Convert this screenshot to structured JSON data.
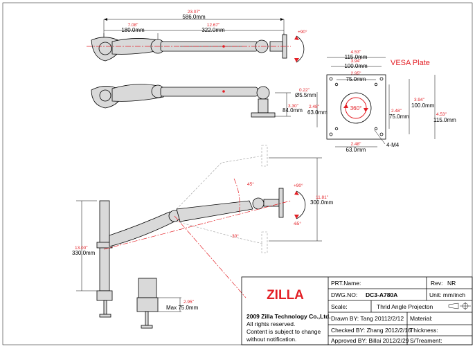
{
  "dims": {
    "overall_in": "23.07\"",
    "overall_mm": "586.0mm",
    "first_in": "7.08\"",
    "first_mm": "180.0mm",
    "second_in": "12.67\"",
    "second_mm": "322.0mm",
    "tilt_top": "+90°",
    "clamp_h_in": "3.30\"",
    "clamp_h_mm": "84.0mm",
    "lift_in": "11.81\"",
    "lift_mm": "300.0mm",
    "tilt_up": "+90°",
    "tilt_down": "-65°",
    "angle_up": "45°",
    "angle_down": "30°",
    "pole_in": "13.00\"",
    "pole_mm": "330.0mm",
    "desk_in": "2.95\"",
    "desk_mm": "Max 75.0mm"
  },
  "vesa": {
    "title": "VESA Plate",
    "w_outer_in": "4.53\"",
    "w_outer_mm": "115.0mm",
    "w_100_in": "3.94\"",
    "w_100_mm": "100.0mm",
    "w_75_in": "2.95\"",
    "w_75_mm": "75.0mm",
    "hole_in": "0.22\"",
    "hole_mm": "Ø5.5mm",
    "h_left_in": "2.48\"",
    "h_left_mm": "63.0mm",
    "rot": "360°",
    "h75_in": "2.48\"",
    "h75_mm": "75.0mm",
    "h100_in": "3.94\"",
    "h100_mm": "100.0mm",
    "h115_in": "4.53\"",
    "h115_mm": "115.0mm",
    "bottom_in": "2.48\"",
    "bottom_mm": "63.0mm",
    "screws": "4-M4"
  },
  "title_block": {
    "logo": "ZILLA",
    "company": "2009 Zilla Technology Co.,Ltd.",
    "line1": "All rights reserved.",
    "line2": "Content is subject to change",
    "line3": "without notification.",
    "prt_name": "PRT.Name:",
    "rev_label": "Rev:",
    "rev": "NR",
    "dwg_label": "DWG.NO:",
    "dwg": "DC3-A780A",
    "unit": "Unit: mm/inch",
    "scale": "Scale:",
    "projection": "Thrid Angle Projecton",
    "drawn": "Drawn BY:  Tang  20112/2/12",
    "material": "Material:",
    "checked": "Checked BY:  Zhang  2012/2/16",
    "thickness": "Thickness:",
    "approved": "Approved BY:  Billai  2012/2/29",
    "treatment": "S/Treament:"
  }
}
